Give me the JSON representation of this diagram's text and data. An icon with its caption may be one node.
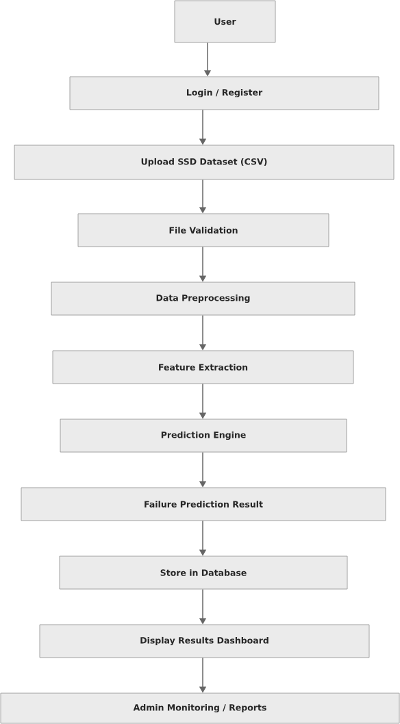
{
  "diagram": {
    "nodes": [
      {
        "text": [
          "User"
        ]
      },
      {
        "text": [
          "Login / Register"
        ]
      },
      {
        "text": [
          "Upload SSD Dataset (CSV)"
        ]
      },
      {
        "text": [
          "File Validation"
        ]
      },
      {
        "text": [
          "Data Preprocessing"
        ]
      },
      {
        "text": [
          "Feature Extraction"
        ]
      },
      {
        "text": [
          "Prediction Engine"
        ]
      },
      {
        "text": [
          "Failure Prediction Result"
        ]
      },
      {
        "text": [
          "Store in Database"
        ]
      },
      {
        "text": [
          "Display Results Dashboard"
        ]
      },
      {
        "text": [
          "Admin Monitoring / Reports"
        ]
      }
    ],
    "edges": [
      {
        "from": 0,
        "to": 1,
        "arrow": "to"
      },
      {
        "from": 1,
        "to": 2,
        "arrow": "to"
      },
      {
        "from": 2,
        "to": 3,
        "arrow": "to"
      },
      {
        "from": 3,
        "to": 4,
        "arrow": "to"
      },
      {
        "from": 4,
        "to": 5,
        "arrow": "to"
      },
      {
        "from": 5,
        "to": 6,
        "arrow": "to"
      },
      {
        "from": 6,
        "to": 7,
        "arrow": "to"
      },
      {
        "from": 7,
        "to": 8,
        "arrow": "to"
      },
      {
        "from": 8,
        "to": 9,
        "arrow": "to"
      },
      {
        "from": 9,
        "to": 10,
        "arrow": "to"
      }
    ]
  }
}
